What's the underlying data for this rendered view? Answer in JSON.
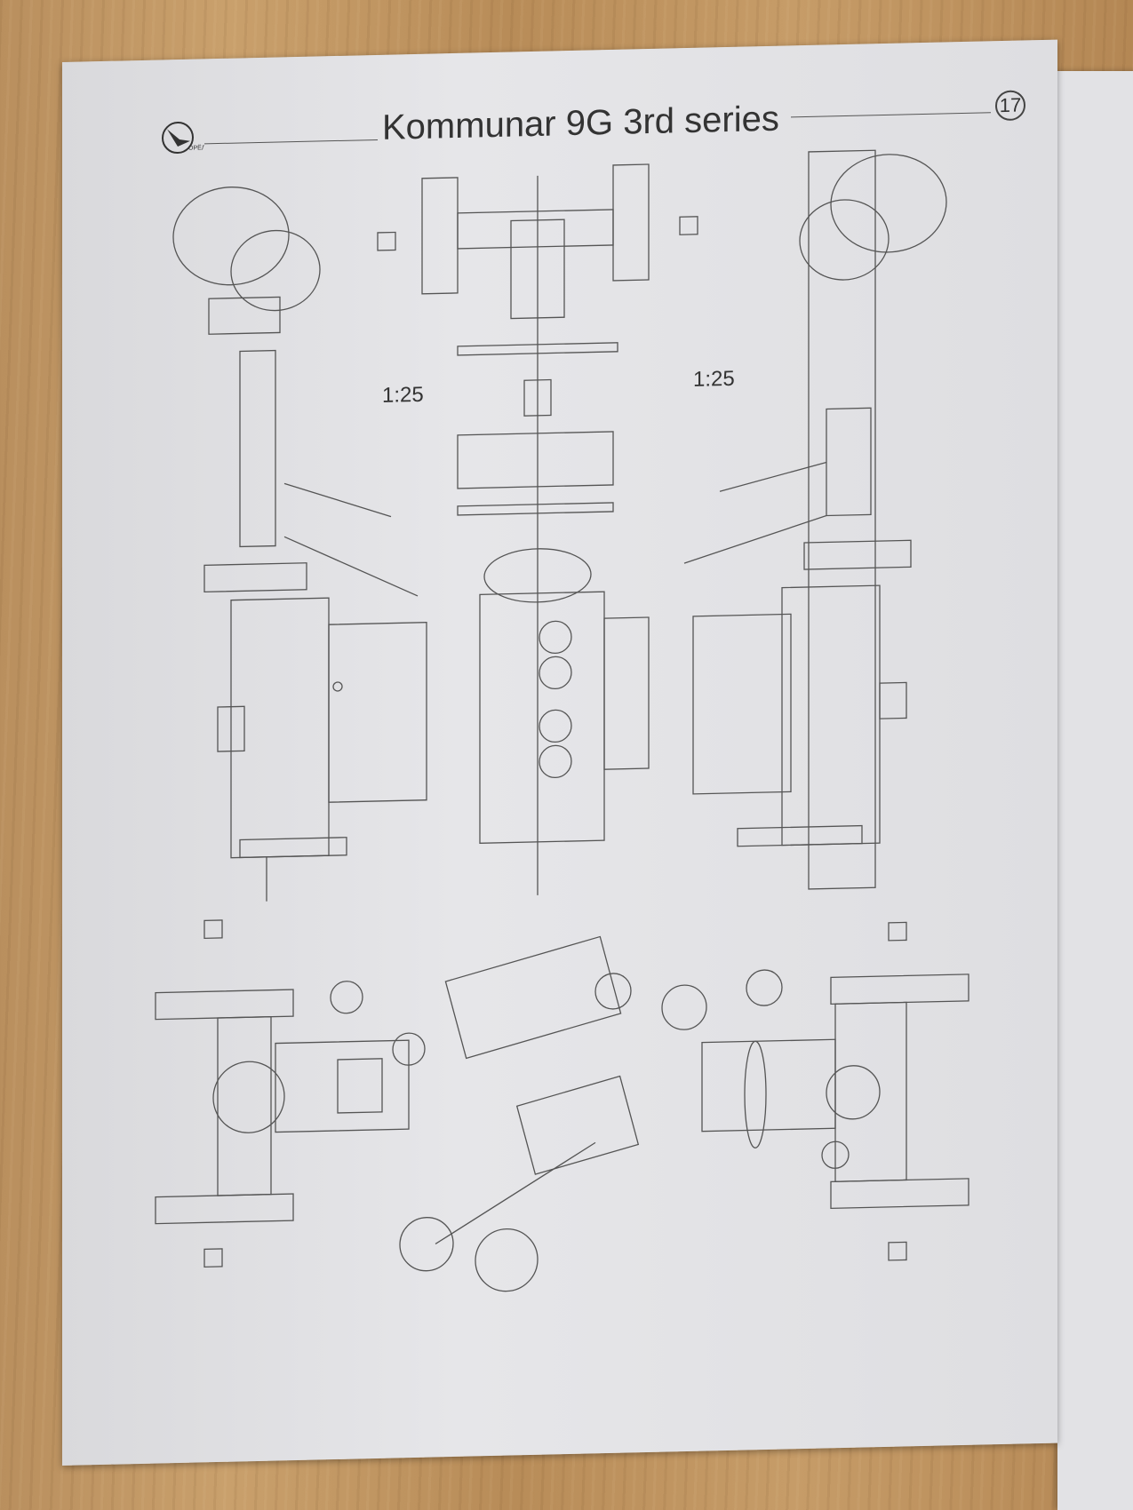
{
  "header": {
    "title": "Kommunar 9G 3rd series",
    "page_number": "17",
    "logo_text": "ОРЁЛ"
  },
  "scales": {
    "left": "1:25",
    "right": "1:25"
  }
}
